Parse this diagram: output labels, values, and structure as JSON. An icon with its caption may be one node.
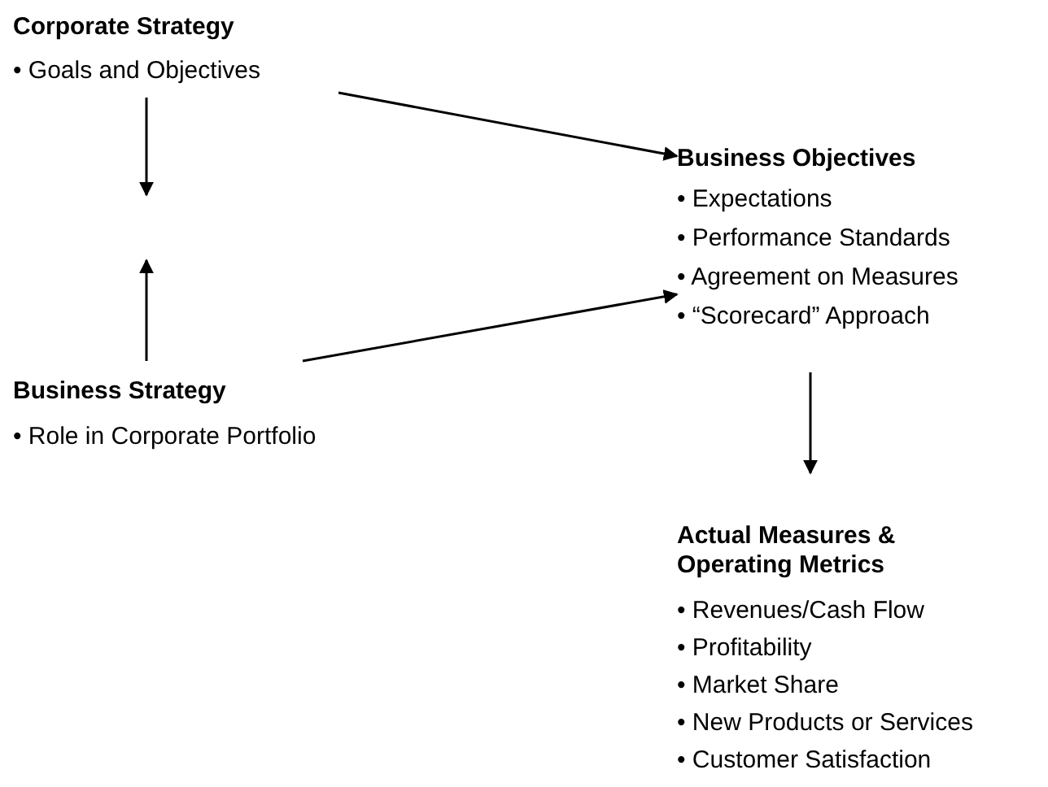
{
  "diagram": {
    "nodes": [
      {
        "text": [
          "Corporate Strategy",
          "• Goals and Objectives"
        ]
      },
      {
        "text": [
          "Business Strategy",
          "• Role in Corporate Portfolio"
        ]
      },
      {
        "text": [
          "Business Objectives",
          "• Expectations",
          "• Performance Standards",
          "• Agreement on Measures",
          "• “Scorecard” Approach"
        ]
      },
      {
        "text": [
          "Actual Measures & Operating Metrics",
          "• Revenues/Cash Flow",
          "• Profitability",
          "• Market Share",
          "• New Products or Services",
          "• Customer Satisfaction"
        ]
      }
    ],
    "edges": [
      {
        "from": 0,
        "to": null,
        "arrow": "to"
      },
      {
        "from": 1,
        "to": null,
        "arrow": "to"
      },
      {
        "from": 0,
        "to": 2,
        "arrow": "to"
      },
      {
        "from": 1,
        "to": 2,
        "arrow": "to"
      },
      {
        "from": 2,
        "to": 3,
        "arrow": "to"
      }
    ]
  }
}
